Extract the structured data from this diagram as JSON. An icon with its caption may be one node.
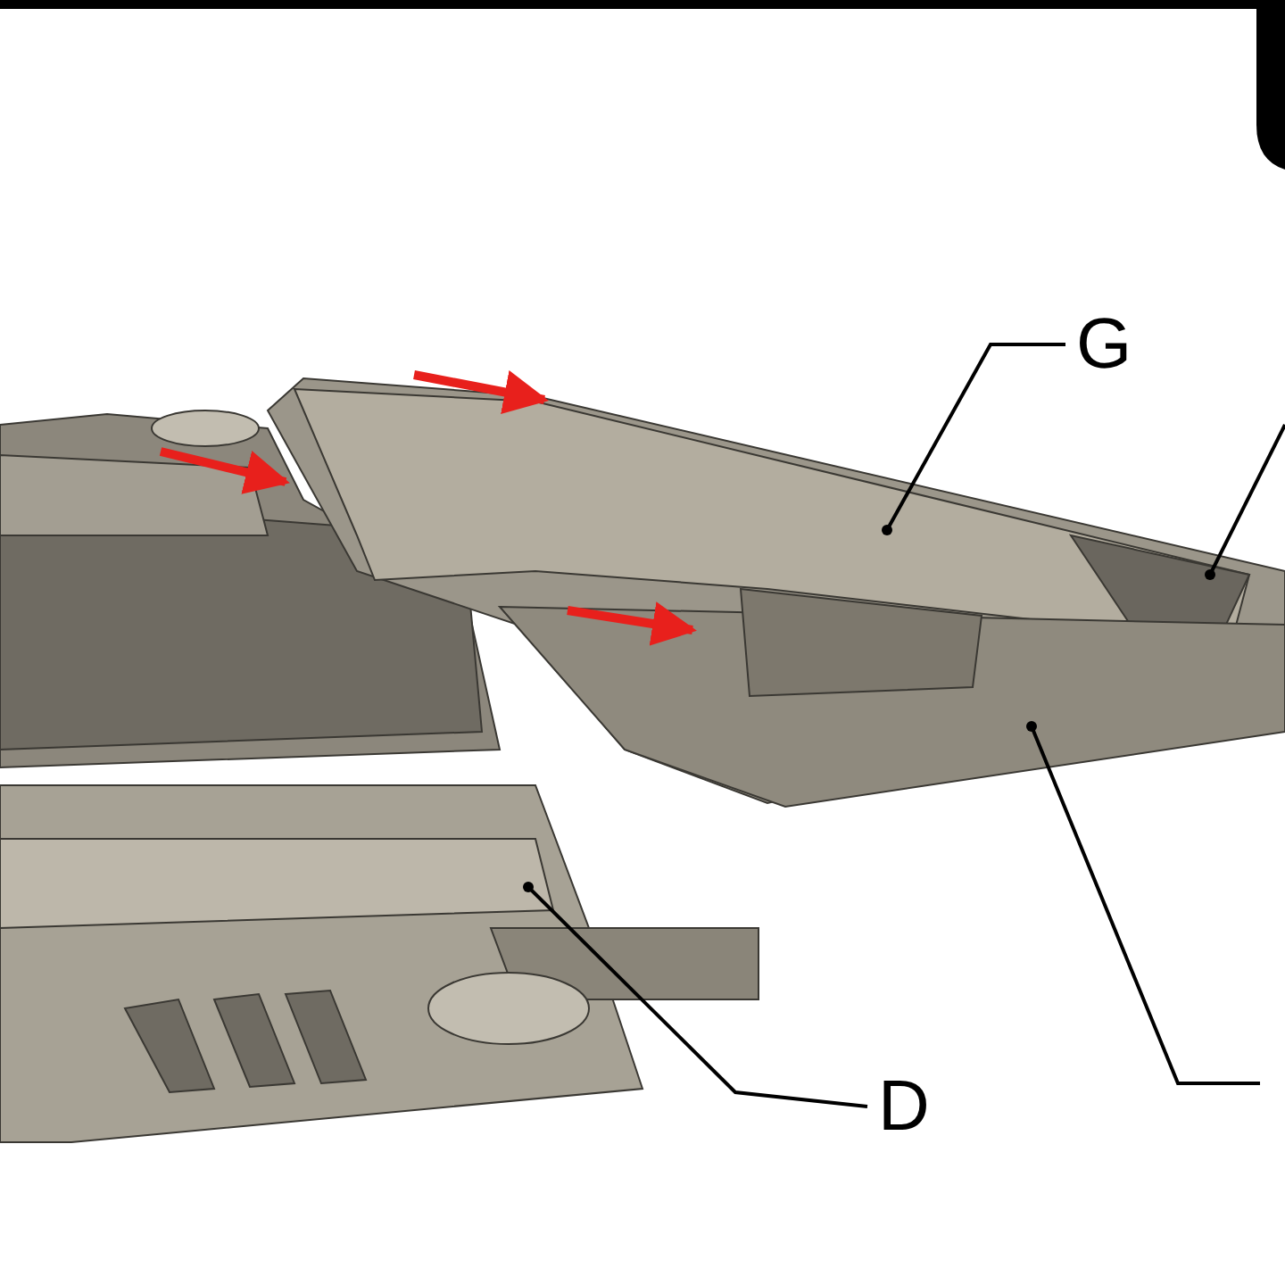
{
  "diagram": {
    "nodes": [
      {
        "text": [
          "G"
        ]
      },
      {
        "text": [],
        "shape": "circle"
      },
      {
        "text": [
          "D"
        ]
      },
      {
        "text": [],
        "shape": "circle"
      },
      {
        "text": [],
        "shape": "circle"
      },
      {
        "text": [],
        "shape": "circle"
      }
    ],
    "edges": [
      {
        "from": 0,
        "to": 1,
        "arrow": "none"
      },
      {
        "from": 2,
        "to": 3,
        "arrow": "none"
      },
      {
        "from": null,
        "to": 4,
        "arrow": "none"
      },
      {
        "from": null,
        "to": 5,
        "arrow": "none"
      }
    ]
  }
}
